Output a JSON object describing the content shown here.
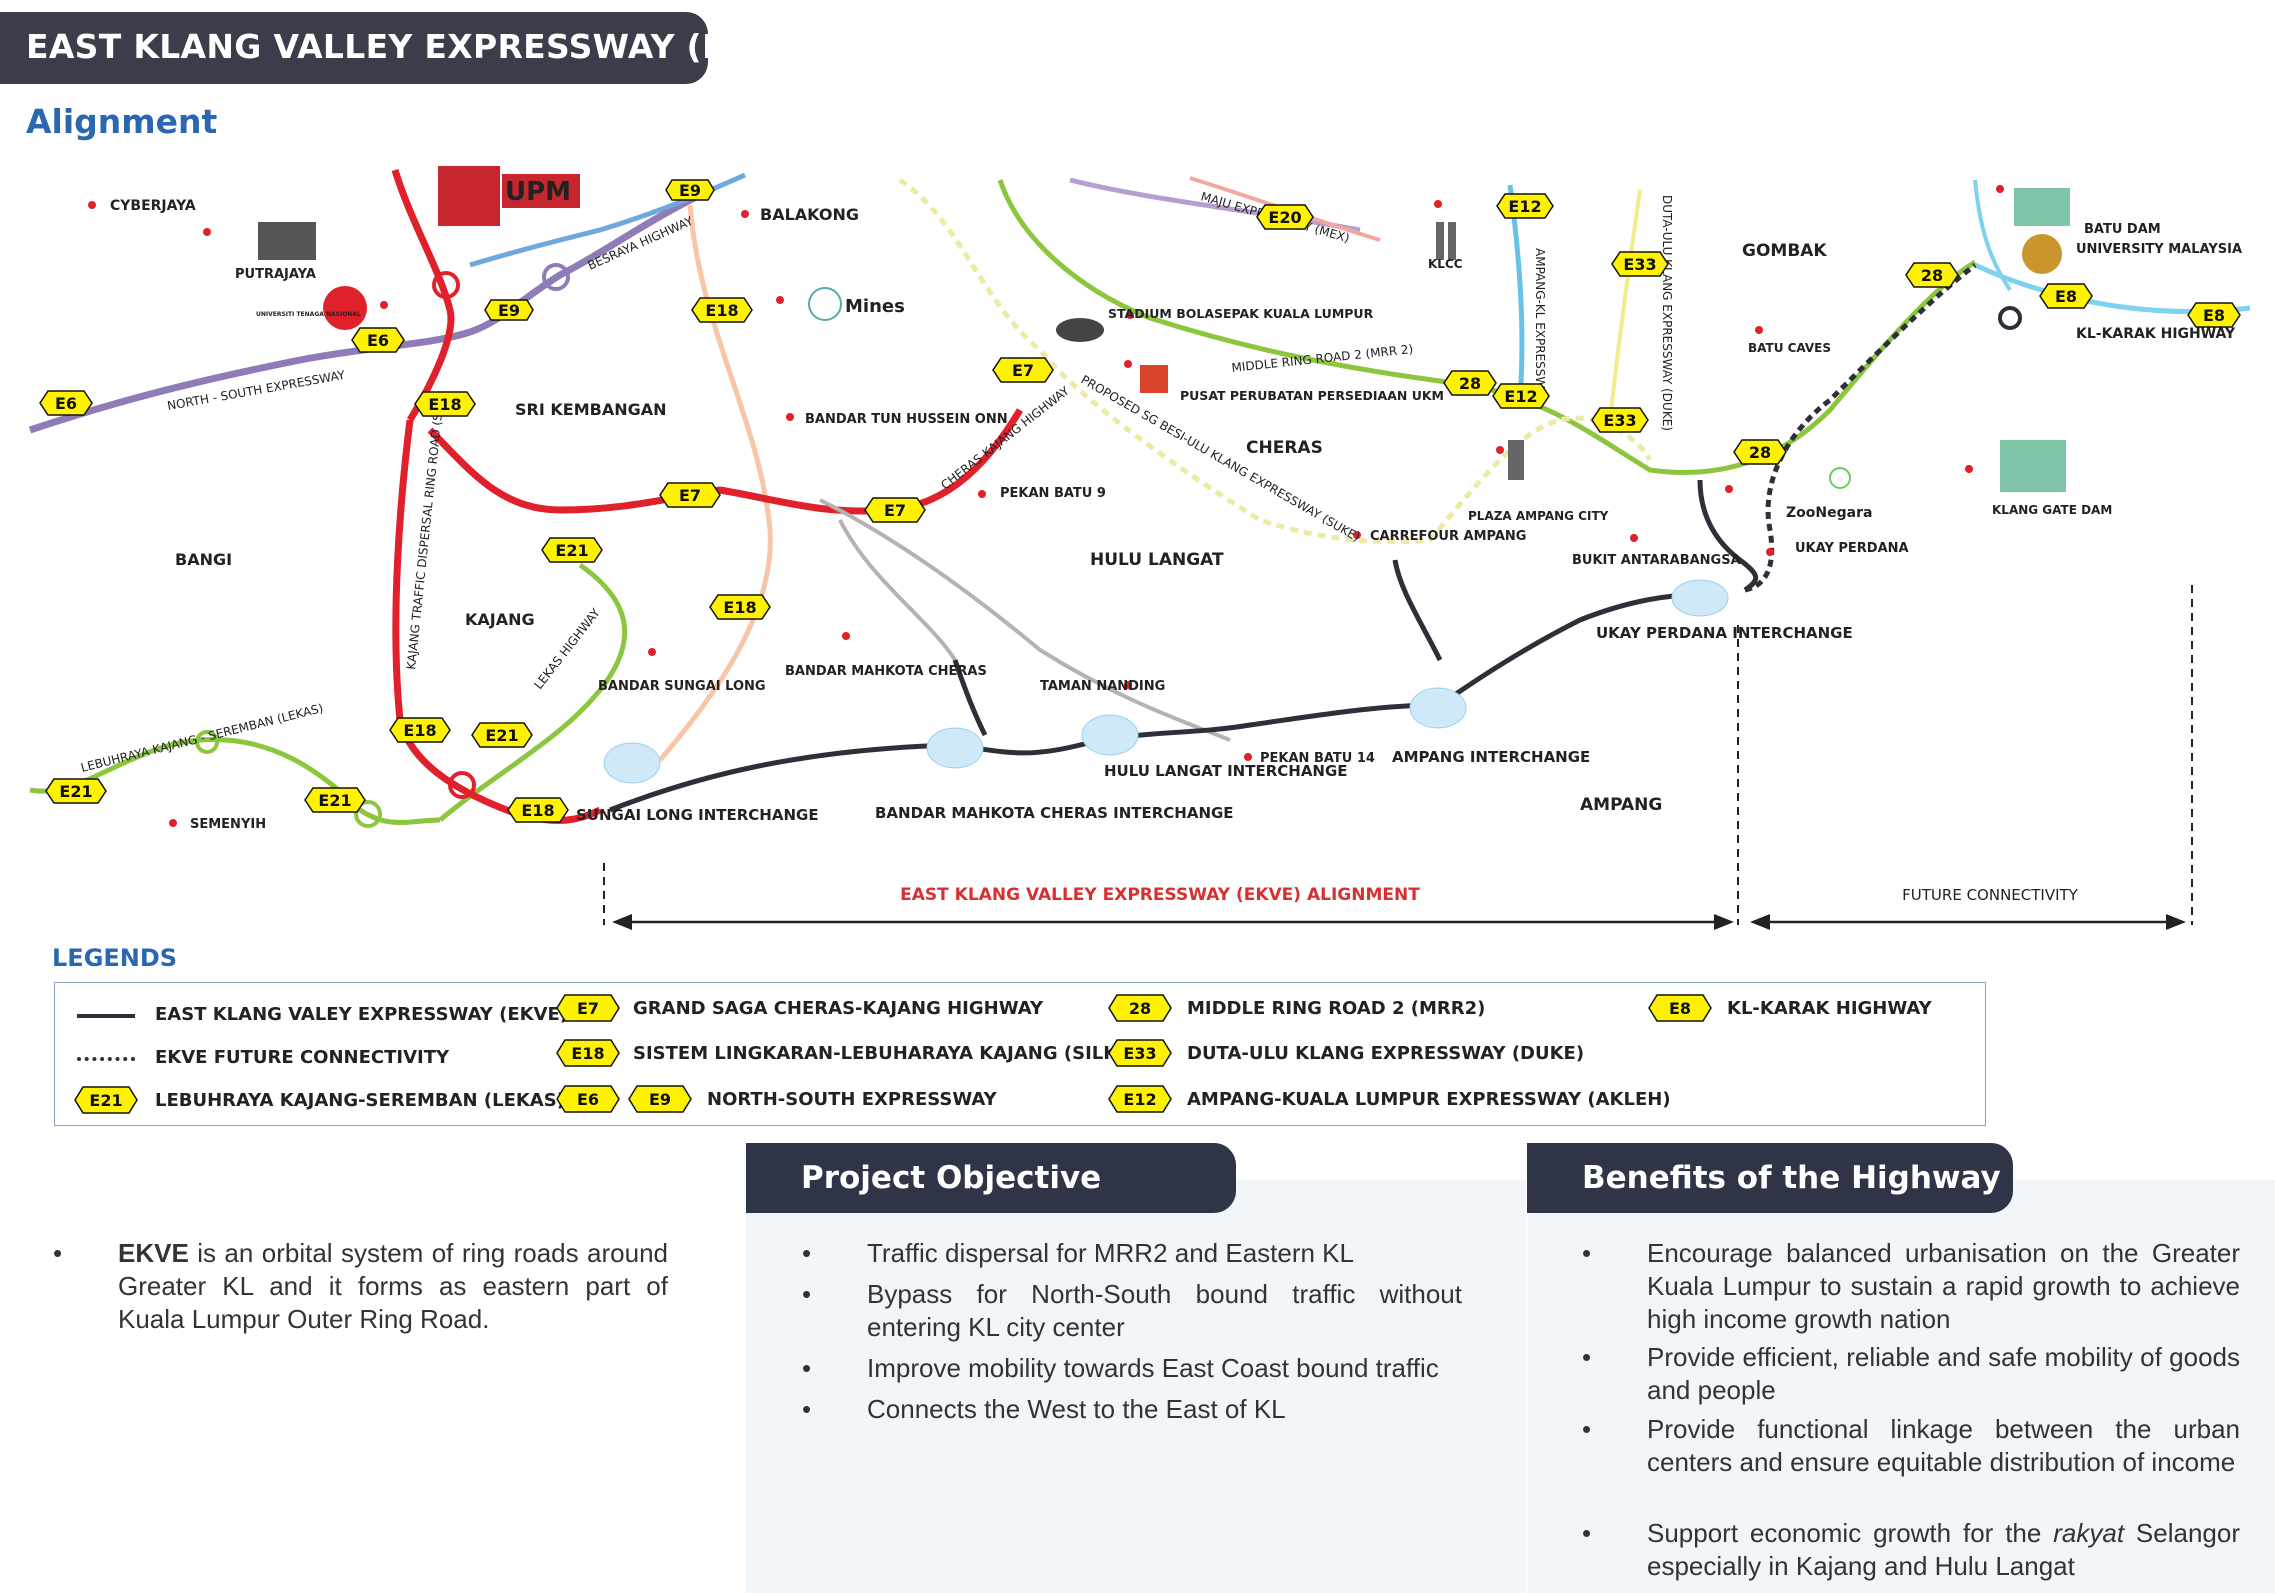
{
  "header": {
    "title": "EAST KLANG VALLEY EXPRESSWAY (EKVE)",
    "subtitle": "Alignment"
  },
  "places": {
    "cyberjaya": "CYBERJAYA",
    "putrajaya": "PUTRAJAYA",
    "upm": "UPM",
    "balakong": "BALAKONG",
    "sri_kembangan": "SRI KEMBANGAN",
    "bangi": "BANGI",
    "kajang": "KAJANG",
    "semenyih": "SEMENYIH",
    "bandar_sungai_long": "BANDAR SUNGAI LONG",
    "bandar_tun_hussein_onn": "BANDAR TUN HUSSEIN ONN",
    "bandar_mahkota_cheras": "BANDAR MAHKOTA CHERAS",
    "pekan_batu_9": "PEKAN BATU 9",
    "hulu_langat": "HULU LANGAT",
    "taman_nanding": "TAMAN NANDING",
    "pekan_batu_14": "PEKAN BATU 14",
    "stadium": "STADIUM BOLASEPAK KUALA LUMPUR",
    "pusat_perubatan": "PUSAT PERUBATAN PERSEDIAAN UKM",
    "cheras": "CHERAS",
    "klcc": "KLCC",
    "carrefour_ampang": "CARREFOUR AMPANG",
    "plaza_ampang_city": "PLAZA AMPANG CITY",
    "bukit_antarabangsa": "BUKIT ANTARABANGSA",
    "ampang": "AMPANG",
    "gombak": "GOMBAK",
    "batu_caves": "BATU CAVES",
    "zoo_negara": "ZooNegara",
    "ukay_perdana": "UKAY PERDANA",
    "batu_dam": "BATU DAM",
    "university_malaysia": "UNIVERSITY MALAYSIA",
    "klang_gate_dam": "KLANG GATE DAM",
    "mines": "Mines",
    "uniten": "UNIVERSITI TENAGA NASIONAL"
  },
  "interchanges": {
    "sungai_long": "SUNGAI LONG INTERCHANGE",
    "bandar_mahkota_cheras": "BANDAR MAHKOTA CHERAS INTERCHANGE",
    "hulu_langat": "HULU LANGAT INTERCHANGE",
    "ampang": "AMPANG INTERCHANGE",
    "ukay_perdana": "UKAY PERDANA INTERCHANGE"
  },
  "road_labels": {
    "besraya": "BESRAYA HIGHWAY",
    "north_south": "NORTH - SOUTH EXPRESSWAY",
    "silk": "KAJANG TRAFFIC DISPERSAL RING ROAD (SILK)",
    "lekas": "LEBUHRAYA KAJANG - SEREMBAN (LEKAS)",
    "lekas_highway": "LEKAS HIGHWAY",
    "cheras_kajang": "CHERAS KAJANG HIGHWAY",
    "suke": "PROPOSED SG BESI-ULU KLANG EXPRESSWAY (SUKE)",
    "mex": "MAJU EXPRESSWAY (MEX)",
    "mrr2": "MIDDLE RING ROAD 2 (MRR 2)",
    "akleh": "AMPANG-KL EXPRESSWAY",
    "duke": "DUTA-ULU KLANG EXPRESSWAY (DUKE)",
    "kl_karak": "KL-KARAK HIGHWAY"
  },
  "alignment": {
    "ekve": "EAST KLANG VALLEY EXPRESSWAY (EKVE) ALIGNMENT",
    "future": "FUTURE CONNECTIVITY"
  },
  "legend": {
    "title": "LEGENDS",
    "ekve": "EAST KLANG VALEY EXPRESSWAY (EKVE)",
    "future": "EKVE FUTURE CONNECTIVITY",
    "lekas": "LEBUHRAYA KAJANG-SEREMBAN (LEKAS)",
    "e7": "GRAND SAGA CHERAS-KAJANG HIGHWAY",
    "e18": "SISTEM LINGKARAN-LEBUHARAYA KAJANG (SILK)",
    "e6_e9": "NORTH-SOUTH EXPRESSWAY",
    "mrr2": "MIDDLE RING ROAD 2 (MRR2)",
    "duke": "DUTA-ULU KLANG EXPRESSWAY (DUKE)",
    "akleh": "AMPANG-KUALA LUMPUR EXPRESSWAY (AKLEH)",
    "e8": "KL-KARAK HIGHWAY"
  },
  "shields": {
    "e7": "E7",
    "e18": "E18",
    "e21": "E21",
    "e6": "E6",
    "e9": "E9",
    "r28": "28",
    "e33": "E33",
    "e12": "E12",
    "e8": "E8",
    "e20": "E20"
  },
  "intro": {
    "lead": "EKVE",
    "text": " is an orbital system of ring roads around Greater KL and it forms as eastern part of Kuala Lumpur Outer Ring Road."
  },
  "objective": {
    "title": "Project Objective",
    "items": [
      "Traffic dispersal for MRR2 and Eastern KL",
      "Bypass for North-South bound traffic without entering KL city center",
      "Improve mobility towards East Coast bound traffic",
      "Connects the West to the East of KL"
    ]
  },
  "benefits": {
    "title": "Benefits of the Highway",
    "items": [
      "Encourage balanced urbanisation on the Greater Kuala Lumpur to sustain a rapid growth to achieve high income growth nation",
      "Provide efficient, reliable and safe mobility of goods and people",
      "Provide functional linkage between the urban centers and ensure equitable distribution of income",
      "Support economic growth for the rakyat Selangor especially in Kajang and Hulu Langat"
    ]
  },
  "colors": {
    "ekve": "#2f2f3a",
    "silk": "#e0202a",
    "lekas": "#8cc63f",
    "north_south": "#8f7bb8",
    "besraya": "#6fa8dc",
    "shield": "#fff200",
    "heading": "#2b66b1"
  }
}
